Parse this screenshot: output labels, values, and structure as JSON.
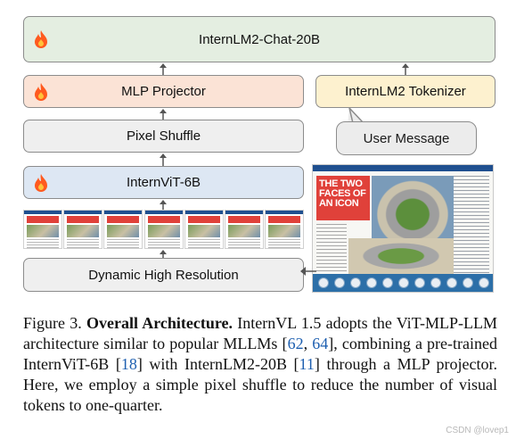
{
  "diagram": {
    "llm_label": "InternLM2-Chat-20B",
    "mlp_label": "MLP Projector",
    "tokenizer_label": "InternLM2 Tokenizer",
    "user_message_label": "User Message",
    "shuffle_label": "Pixel Shuffle",
    "vit_label": "InternViT-6B",
    "dhr_label": "Dynamic High Resolution",
    "large_image_title": "THE TWO FACES OF AN ICON",
    "tile_count": 7,
    "colors": {
      "llm_fill": "#e4eee1",
      "mlp_fill": "#fbe3d6",
      "tokenizer_fill": "#fdf1cf",
      "vit_fill": "#dde7f3",
      "neutral_fill": "#efefef",
      "flame": "#ff5a1f",
      "citation": "#1d5fb0"
    },
    "icons": {
      "trainable": "fire-icon"
    }
  },
  "caption": {
    "fig_label": "Figure 3.",
    "bold_title": "Overall Architecture.",
    "seg1": "InternVL 1.5 adopts the ViT-MLP-LLM architecture similar to popular MLLMs [",
    "cite1": "62",
    "seg2": ", ",
    "cite2": "64",
    "seg3": "], combining a pre-trained InternViT-6B [",
    "cite3": "18",
    "seg4": "] with InternLM2-20B [",
    "cite4": "11",
    "seg5": "] through a MLP projector. Here, we employ a simple pixel shuffle to reduce the number of visual tokens to one-quarter."
  },
  "watermark": "CSDN @lovep1"
}
